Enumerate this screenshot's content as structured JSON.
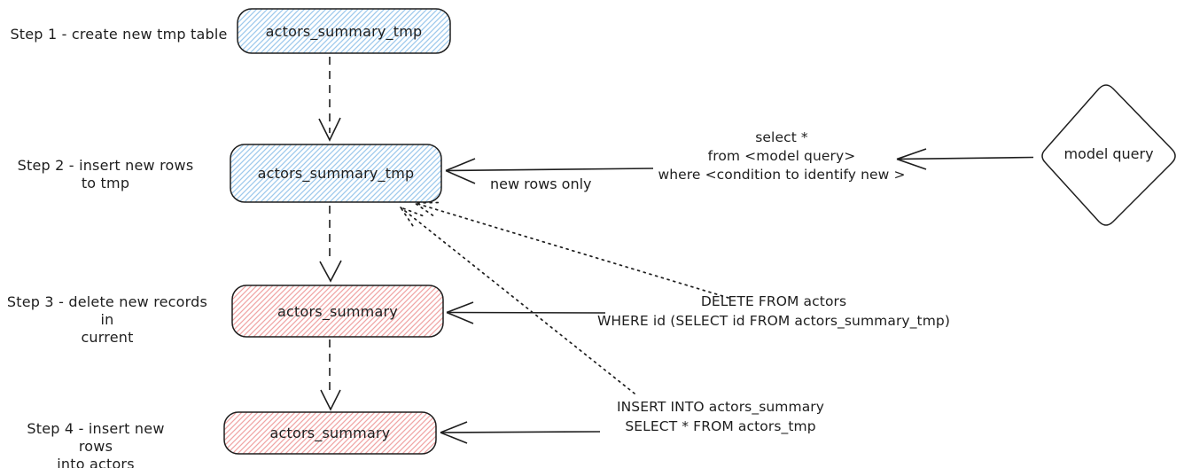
{
  "colors": {
    "stroke": "#1e1e1e",
    "blue_node_hatch": "#9ec9ec",
    "red_node_hatch": "#f0a5a5",
    "background": "#ffffff"
  },
  "steps": [
    {
      "label_lines": [
        "Step 1 - create new tmp table"
      ],
      "node_label": "actors_summary_tmp",
      "node_color": "blue"
    },
    {
      "label_lines": [
        "Step 2 - insert new rows",
        "to tmp"
      ],
      "node_label": "actors_summary_tmp",
      "node_color": "blue"
    },
    {
      "label_lines": [
        "Step 3 - delete new records in",
        "current"
      ],
      "node_label": "actors_summary",
      "node_color": "red"
    },
    {
      "label_lines": [
        "Step 4 - insert new rows",
        "into actors"
      ],
      "node_label": "actors_summary",
      "node_color": "red"
    }
  ],
  "model_query": {
    "label": "model query"
  },
  "annotations": {
    "new_rows_only": "new rows only",
    "select_query": {
      "lines": [
        "select *",
        "from <model query>",
        "where <condition to identify new >"
      ]
    },
    "delete_query": {
      "lines": [
        "DELETE FROM actors",
        "WHERE id (SELECT id FROM actors_summary_tmp)"
      ]
    },
    "insert_query": {
      "lines": [
        "INSERT INTO actors_summary",
        "SELECT * FROM actors_tmp"
      ]
    }
  }
}
